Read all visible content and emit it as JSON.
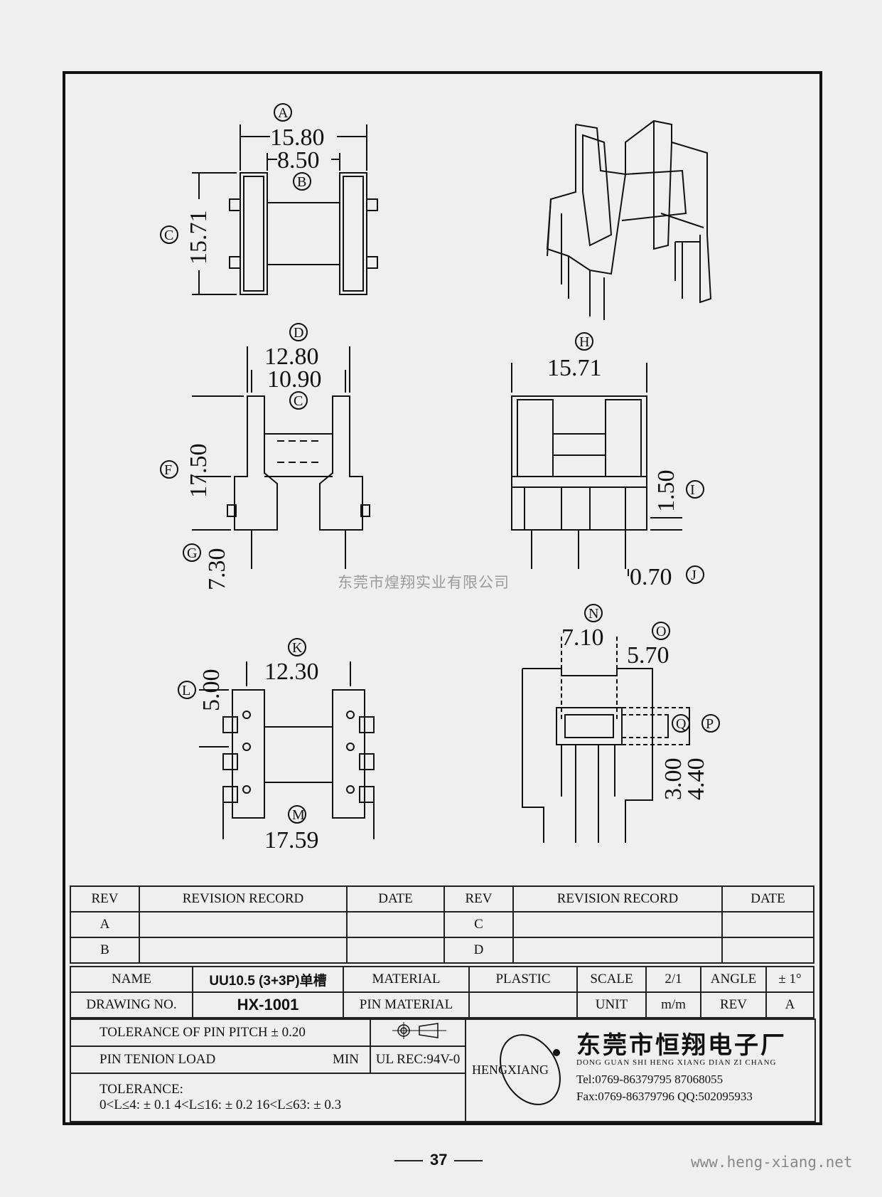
{
  "views": {
    "top": {
      "A": "15.80",
      "B": "8.50",
      "C": "15.71",
      "letters": [
        "A",
        "B",
        "C"
      ]
    },
    "front": {
      "D": "12.80",
      "C": "10.90",
      "F": "17.50",
      "G": "7.30",
      "letters": [
        "D",
        "C",
        "F",
        "G"
      ]
    },
    "side": {
      "H": "15.71",
      "I": "1.50",
      "J": "0.70",
      "letters": [
        "H",
        "I",
        "J"
      ]
    },
    "bottom": {
      "K": "12.30",
      "L": "5.00",
      "M": "17.59",
      "letters": [
        "K",
        "L",
        "M"
      ]
    },
    "section": {
      "N": "7.10",
      "O": "5.70",
      "Q": "3.00",
      "P": "4.40",
      "letters": [
        "N",
        "O",
        "Q",
        "P"
      ]
    }
  },
  "watermark": "东莞市煌翔实业有限公司",
  "revision_table": {
    "headers": [
      "REV",
      "REVISION RECORD",
      "DATE",
      "REV",
      "REVISION RECORD",
      "DATE"
    ],
    "rows": [
      [
        "A",
        "",
        "",
        "C",
        "",
        ""
      ],
      [
        "B",
        "",
        "",
        "D",
        "",
        ""
      ]
    ]
  },
  "title_block": {
    "name_label": "NAME",
    "name_value": "UU10.5 (3+3P)单槽",
    "material_label": "MATERIAL",
    "material_value": "PLASTIC",
    "scale_label": "SCALE",
    "scale_value": "2/1",
    "angle_label": "ANGLE",
    "angle_value": "± 1°",
    "drawing_no_label": "DRAWING NO.",
    "drawing_no_value": "HX-1001",
    "pin_material_label": "PIN MATERIAL",
    "pin_material_value": "",
    "unit_label": "UNIT",
    "unit_value": "m/m",
    "rev_label": "REV",
    "rev_value": "A",
    "pitch_tol": "TOLERANCE OF PIN PITCH ± 0.20",
    "tension": "PIN TENION LOAD",
    "tension_min": "MIN",
    "ul": "UL REC:94V-0",
    "tol_title": "TOLERANCE:",
    "tol_values": "0<L≤4: ± 0.1  4<L≤16: ± 0.2  16<L≤63: ± 0.3"
  },
  "company": {
    "logo_text": "HENGXIANG",
    "name_cn": "东莞市恒翔电子厂",
    "name_pinyin": "DONG GUAN SHI HENG XIANG DIAN ZI CHANG",
    "tel": "Tel:0769-86379795 87068055",
    "fax": "Fax:0769-86379796 QQ:502095933"
  },
  "page_number": "37",
  "website": "www.heng-xiang.net"
}
